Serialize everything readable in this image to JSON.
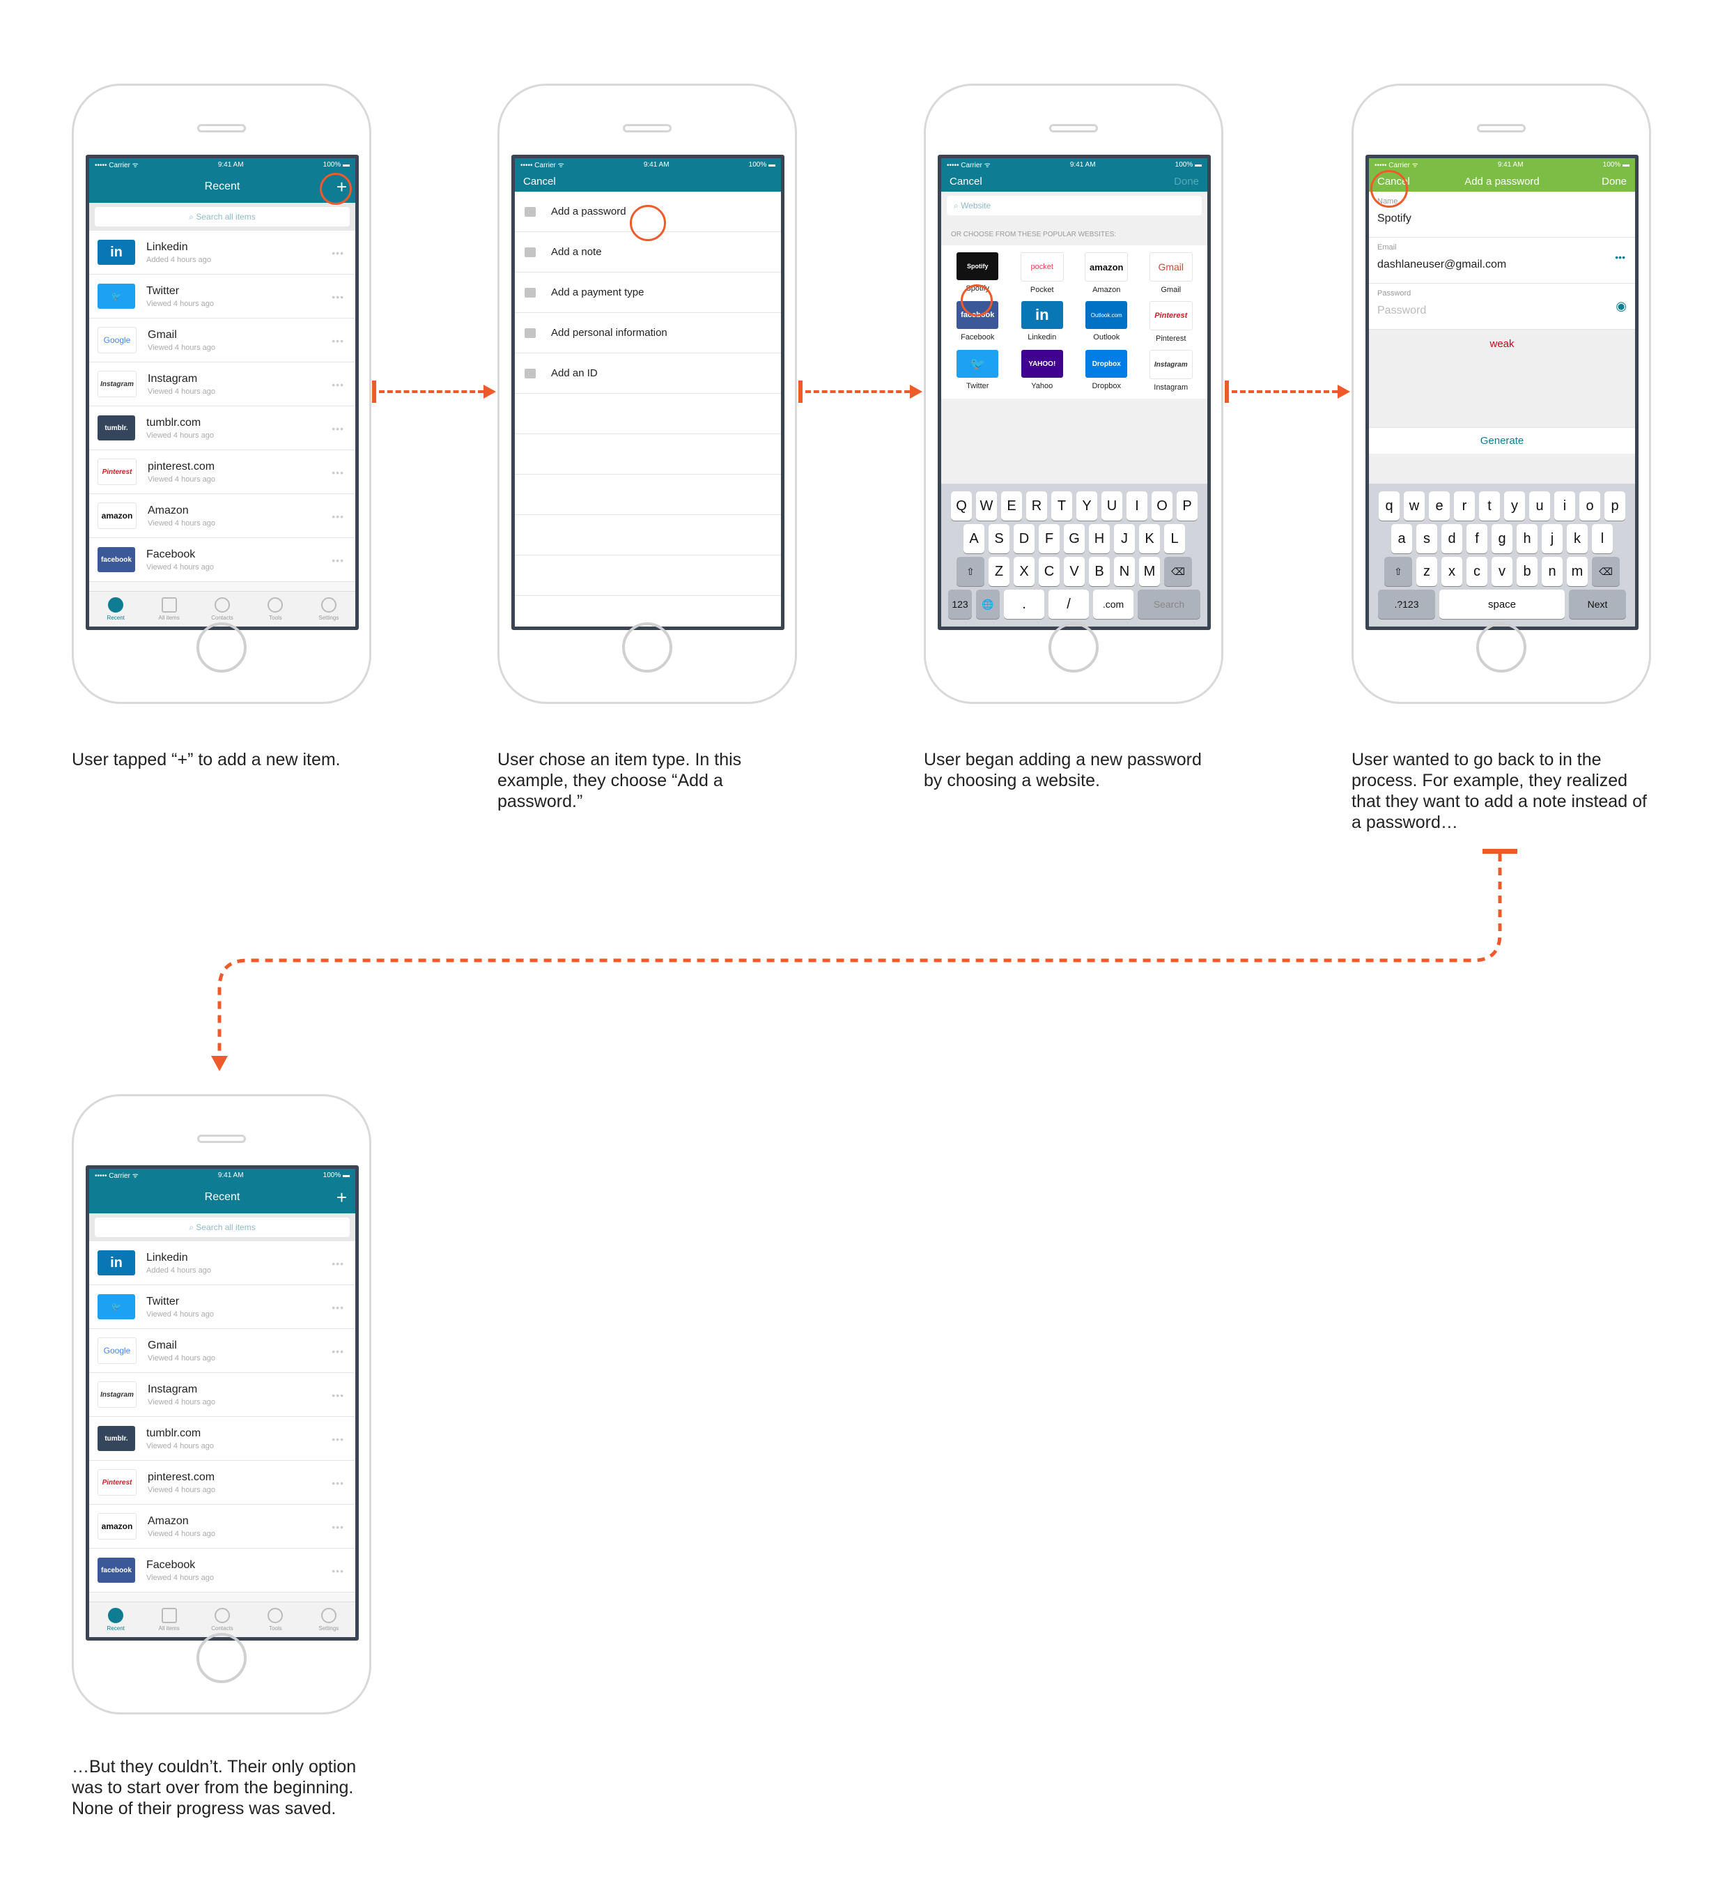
{
  "status": {
    "carrier": "••••• Carrier ᯤ",
    "time": "9:41 AM",
    "battery": "100% ▬"
  },
  "recent": {
    "title": "Recent",
    "add_symbol": "+",
    "search_placeholder": "Search all items",
    "items": [
      {
        "name": "Linkedin",
        "sub": "Added 4 hours ago",
        "logo": "in",
        "color": "#0a77b5"
      },
      {
        "name": "Twitter",
        "sub": "Viewed 4 hours ago",
        "logo": "🐦",
        "color": "#1da1f2"
      },
      {
        "name": "Gmail",
        "sub": "Viewed 4 hours ago",
        "logo": "Google",
        "color": "#ffffff"
      },
      {
        "name": "Instagram",
        "sub": "Viewed 4 hours ago",
        "logo": "Instagram",
        "color": "#ffffff"
      },
      {
        "name": "tumblr.com",
        "sub": "Viewed 4 hours ago",
        "logo": "tumblr.",
        "color": "#35465c"
      },
      {
        "name": "pinterest.com",
        "sub": "Viewed 4 hours ago",
        "logo": "Pinterest",
        "color": "#ffffff"
      },
      {
        "name": "Amazon",
        "sub": "Viewed 4 hours ago",
        "logo": "amazon",
        "color": "#ffffff"
      },
      {
        "name": "Facebook",
        "sub": "Viewed 4 hours ago",
        "logo": "facebook",
        "color": "#3b5998"
      }
    ],
    "tabs": [
      "Recent",
      "All items",
      "Contacts",
      "Tools",
      "Settings"
    ]
  },
  "addmenu": {
    "cancel": "Cancel",
    "items": [
      "Add a password",
      "Add a note",
      "Add a payment type",
      "Add personal information",
      "Add an ID"
    ]
  },
  "website": {
    "cancel": "Cancel",
    "done": "Done",
    "placeholder": "Website",
    "section": "OR CHOOSE FROM THESE POPULAR WEBSITES:",
    "sites": [
      {
        "name": "Spotify",
        "tile": "Spotify",
        "color": "#111111"
      },
      {
        "name": "Pocket",
        "tile": "pocket",
        "color": "#ffffff"
      },
      {
        "name": "Amazon",
        "tile": "amazon",
        "color": "#ffffff"
      },
      {
        "name": "Gmail",
        "tile": "Gmail",
        "color": "#ffffff"
      },
      {
        "name": "Facebook",
        "tile": "facebook",
        "color": "#3b5998"
      },
      {
        "name": "Linkedin",
        "tile": "in",
        "color": "#0a77b5"
      },
      {
        "name": "Outlook",
        "tile": "Outlook.com",
        "color": "#0072c6"
      },
      {
        "name": "Pinterest",
        "tile": "Pinterest",
        "color": "#ffffff"
      },
      {
        "name": "Twitter",
        "tile": "🐦",
        "color": "#1da1f2"
      },
      {
        "name": "Yahoo",
        "tile": "YAHOO!",
        "color": "#400191"
      },
      {
        "name": "Dropbox",
        "tile": "Dropbox",
        "color": "#007ee5"
      },
      {
        "name": "Instagram",
        "tile": "Instagram",
        "color": "#ffffff"
      }
    ],
    "keys_row1": [
      "Q",
      "W",
      "E",
      "R",
      "T",
      "Y",
      "U",
      "I",
      "O",
      "P"
    ],
    "keys_row2": [
      "A",
      "S",
      "D",
      "F",
      "G",
      "H",
      "J",
      "K",
      "L"
    ],
    "keys_row3": [
      "Z",
      "X",
      "C",
      "V",
      "B",
      "N",
      "M"
    ],
    "bottom": [
      "123",
      "🌐",
      ".",
      "/",
      ".com",
      "Search"
    ]
  },
  "password": {
    "cancel": "Cancel",
    "title": "Add a password",
    "done": "Done",
    "name_label": "Name",
    "name_value": "Spotify",
    "email_label": "Email",
    "email_value": "dashlaneuser@gmail.com",
    "password_label": "Password",
    "password_placeholder": "Password",
    "strength": "weak",
    "generate": "Generate",
    "keys_row1": [
      "q",
      "w",
      "e",
      "r",
      "t",
      "y",
      "u",
      "i",
      "o",
      "p"
    ],
    "keys_row2": [
      "a",
      "s",
      "d",
      "f",
      "g",
      "h",
      "j",
      "k",
      "l"
    ],
    "keys_row3": [
      "z",
      "x",
      "c",
      "v",
      "b",
      "n",
      "m"
    ],
    "bottom": [
      ".?123",
      "space",
      "Next"
    ]
  },
  "captions": {
    "c1": "User tapped “+” to add a new item.",
    "c2": "User chose an item type. In this example, they choose “Add a password.”",
    "c3": "User began adding a new password by choosing a website.",
    "c4": "User wanted to go back to in the process. For example, they realized that they want to add a note instead of a password…",
    "c5": "…But they couldn’t. Their only option was to start over from the beginning. None of their progress was saved."
  },
  "accent": "#ef5a2a",
  "brand_teal": "#0e7c93",
  "brand_green": "#7cbd45"
}
